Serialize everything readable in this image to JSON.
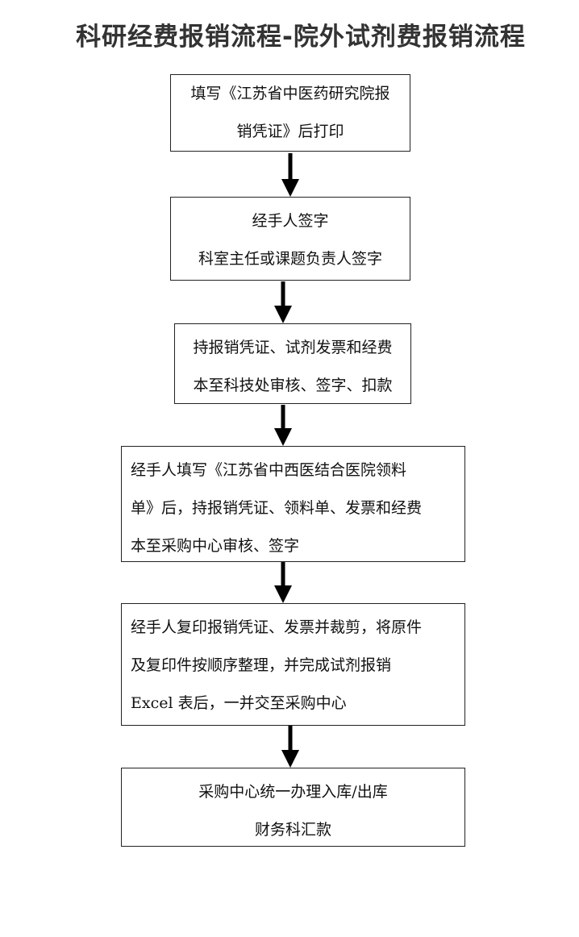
{
  "title": "科研经费报销流程-院外试剂费报销流程",
  "steps": [
    {
      "lines": [
        "填写《江苏省中医药研究院报",
        "销凭证》后打印"
      ]
    },
    {
      "lines": [
        "经手人签字",
        "科室主任或课题负责人签字"
      ]
    },
    {
      "lines": [
        "持报销凭证、试剂发票和经费",
        "本至科技处审核、签字、扣款"
      ]
    },
    {
      "lines": [
        "经手人填写《江苏省中西医结合医院领料",
        "单》后，持报销凭证、领料单、发票和经费",
        "本至采购中心审核、签字"
      ]
    },
    {
      "lines": [
        "经手人复印报销凭证、发票并裁剪，将原件",
        "及复印件按顺序整理，并完成试剂报销",
        "Excel 表后，一并交至采购中心"
      ]
    },
    {
      "lines": [
        "采购中心统一办理入库/出库",
        "财务科汇款"
      ]
    }
  ]
}
